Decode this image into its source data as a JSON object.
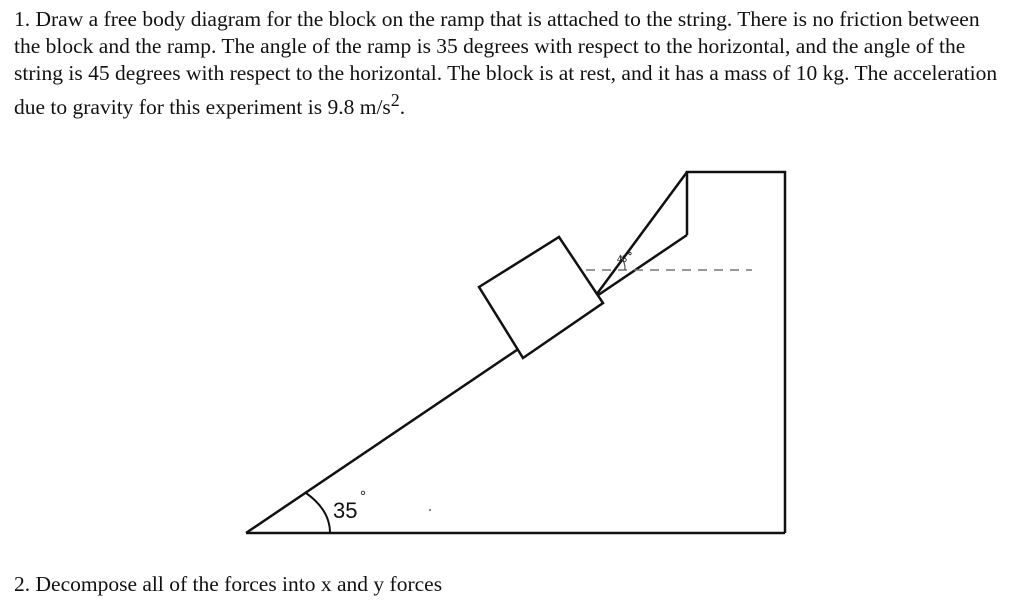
{
  "question1": {
    "lead": "1. Draw a free body diagram for the block on the ramp that is attached to the string. There is no friction between the block and the ramp. The angle of the ramp is 35 degrees with respect to the horizontal, and the angle of the string is 45 degrees with respect to the horizontal. The block is at rest, and it has a mass of 10 kg. The acceleration due to gravity for this experiment is 9.8 m/s",
    "superscript": "2",
    "tail": "."
  },
  "diagram": {
    "ramp_angle_label": "35",
    "string_angle_label": "45",
    "degree_symbol": "°"
  },
  "question2": {
    "text": "2. Decompose all of the forces into x and y forces"
  }
}
